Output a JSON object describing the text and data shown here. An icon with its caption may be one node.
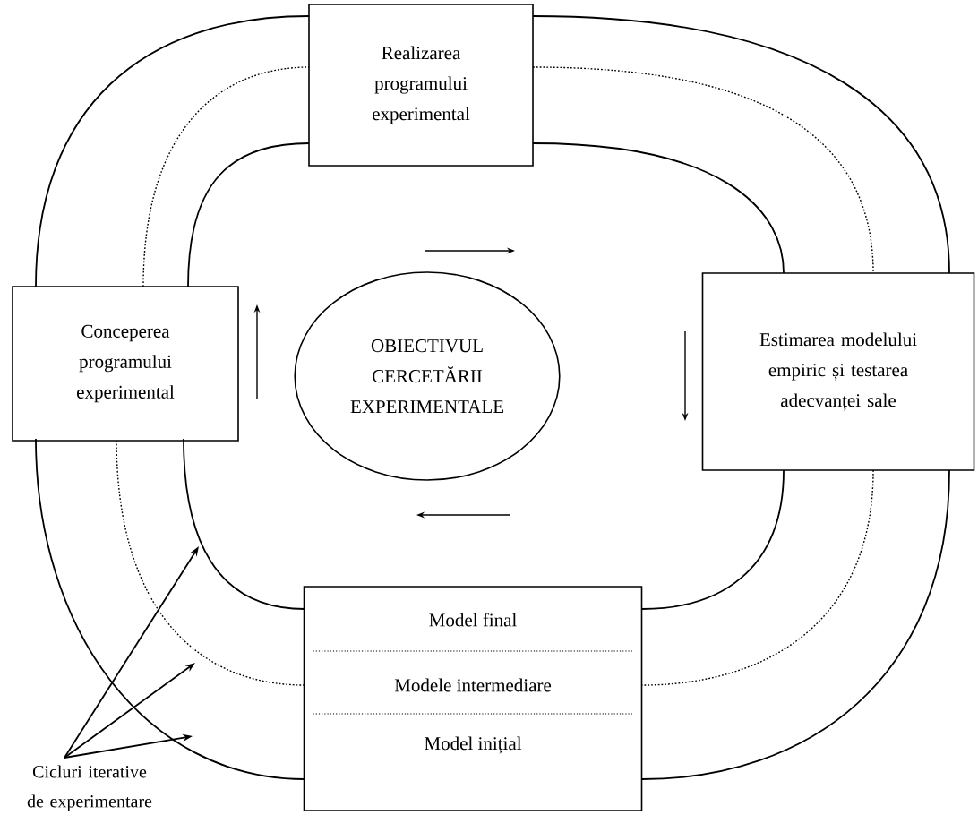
{
  "diagram": {
    "nodes": [
      {
        "text": [
          "Realizarea programului experimental"
        ]
      },
      {
        "text": [
          "Conceperea programului experimental"
        ]
      },
      {
        "text": [
          "OBIECTIVUL CERCETĂRII EXPERIMENTALE"
        ]
      },
      {
        "text": [
          "Estimarea modelului empiric și testarea adecvanței sale"
        ]
      },
      {
        "text": [
          "Model final",
          "Modele intermediare",
          "Model inițial"
        ]
      },
      {
        "text": [
          "Cicluri iterative de experimentare"
        ]
      }
    ],
    "edges": [
      {
        "from": 1,
        "to": 0,
        "arrow": "none"
      },
      {
        "from": 0,
        "to": 3,
        "arrow": "none"
      },
      {
        "from": 3,
        "to": 4,
        "arrow": "none"
      },
      {
        "from": 4,
        "to": 1,
        "arrow": "none"
      },
      {
        "from": 1,
        "to": 0,
        "arrow": "none",
        "style": "dashed"
      },
      {
        "from": 0,
        "to": 3,
        "arrow": "none",
        "style": "dashed"
      },
      {
        "from": 3,
        "to": 4,
        "arrow": "none",
        "style": "dashed"
      },
      {
        "from": 4,
        "to": 1,
        "arrow": "none",
        "style": "dashed"
      },
      {
        "from": 1,
        "to": 0,
        "arrow": "none"
      },
      {
        "from": 0,
        "to": 3,
        "arrow": "none"
      },
      {
        "from": 3,
        "to": 4,
        "arrow": "none"
      },
      {
        "from": 4,
        "to": 1,
        "arrow": "none"
      },
      {
        "from": 5,
        "to": null,
        "arrow": "to"
      },
      {
        "from": 5,
        "to": null,
        "arrow": "to"
      },
      {
        "from": 5,
        "to": null,
        "arrow": "to"
      }
    ]
  }
}
